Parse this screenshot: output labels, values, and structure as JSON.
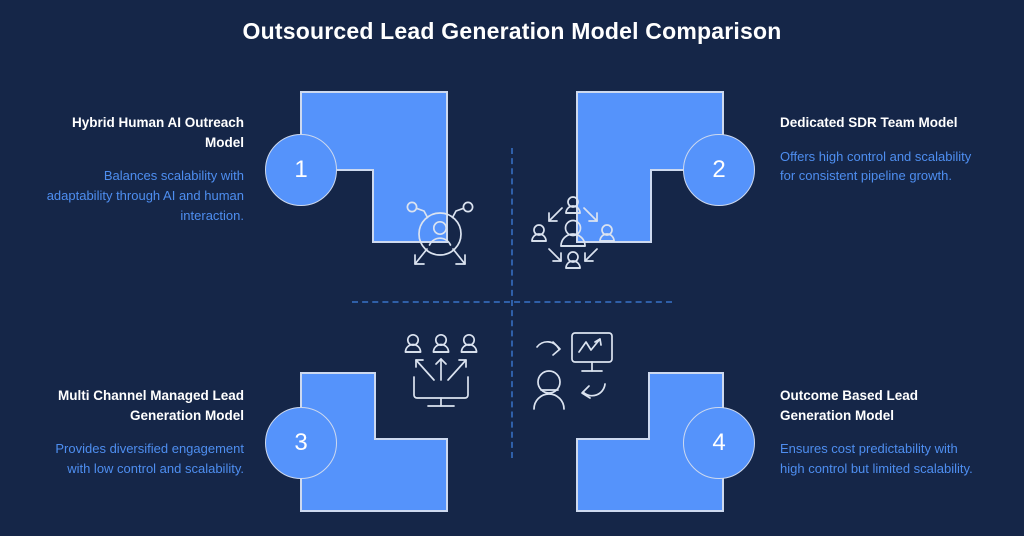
{
  "title": "Outsourced Lead Generation Model Comparison",
  "colors": {
    "background": "#152648",
    "shape_blue": "#5593fb",
    "shape_border": "#cdd9ef",
    "title_text": "#ffffff",
    "heading_text": "#ffffff",
    "body_text": "#4e8ef0",
    "divider": "#2f5fa8",
    "icon_stroke": "#dbe3f0"
  },
  "quadrants": [
    {
      "number": "1",
      "heading": "Hybrid Human AI Outreach Model",
      "description": "Balances scalability with adaptability through AI and human interaction.",
      "icon_name": "ai-human-network-icon",
      "position": "top-left"
    },
    {
      "number": "2",
      "heading": "Dedicated SDR Team Model",
      "description": "Offers high control and scalability for consistent pipeline growth.",
      "icon_name": "sdr-team-circle-icon",
      "position": "top-right"
    },
    {
      "number": "3",
      "heading": "Multi Channel Managed Lead Generation Model",
      "description": "Provides diversified engagement with low control and scalability.",
      "icon_name": "multi-channel-broadcast-icon",
      "position": "bottom-left"
    },
    {
      "number": "4",
      "heading": "Outcome Based Lead Generation Model",
      "description": "Ensures cost predictability with high control but limited scalability.",
      "icon_name": "outcome-results-loop-icon",
      "position": "bottom-right"
    }
  ]
}
